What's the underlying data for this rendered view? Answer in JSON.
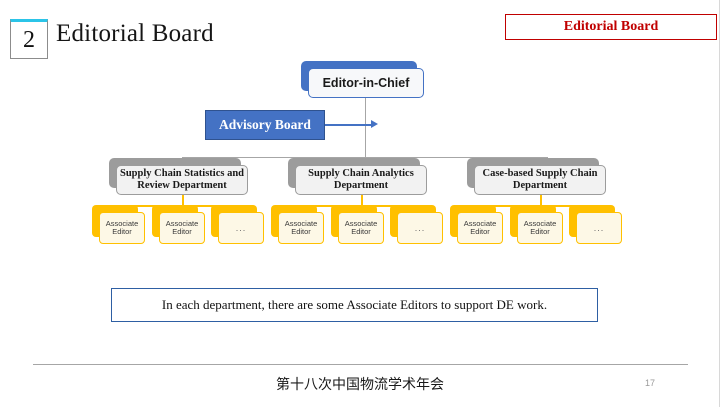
{
  "slide": {
    "number": "2",
    "title": "Editorial Board",
    "corner_badge": "Editorial Board",
    "accent_blue": "#4472C4",
    "accent_red": "#C00000",
    "accent_yellow": "#FFC000",
    "accent_gray": "#9C9C9C",
    "accent_cyan": "#2BC4E8"
  },
  "org": {
    "top": {
      "label": "Editor-in-Chief"
    },
    "advisory": {
      "label": "Advisory Board"
    },
    "departments": [
      {
        "label": "Supply Chain Statistics and Review Department",
        "editors": [
          {
            "label": "Associate Editor"
          },
          {
            "label": "Associate Editor"
          },
          {
            "label": "..."
          }
        ]
      },
      {
        "label": "Supply Chain Analytics Department",
        "editors": [
          {
            "label": "Associate Editor"
          },
          {
            "label": "Associate Editor"
          },
          {
            "label": "..."
          }
        ]
      },
      {
        "label": "Case-based Supply Chain Department",
        "editors": [
          {
            "label": "Associate Editor"
          },
          {
            "label": "Associate Editor"
          },
          {
            "label": "..."
          }
        ]
      }
    ]
  },
  "caption": {
    "text": "In each department, there are some Associate Editors to support DE work."
  },
  "footer": {
    "conference": "第十八次中国物流学术年会",
    "page_number": "17"
  }
}
